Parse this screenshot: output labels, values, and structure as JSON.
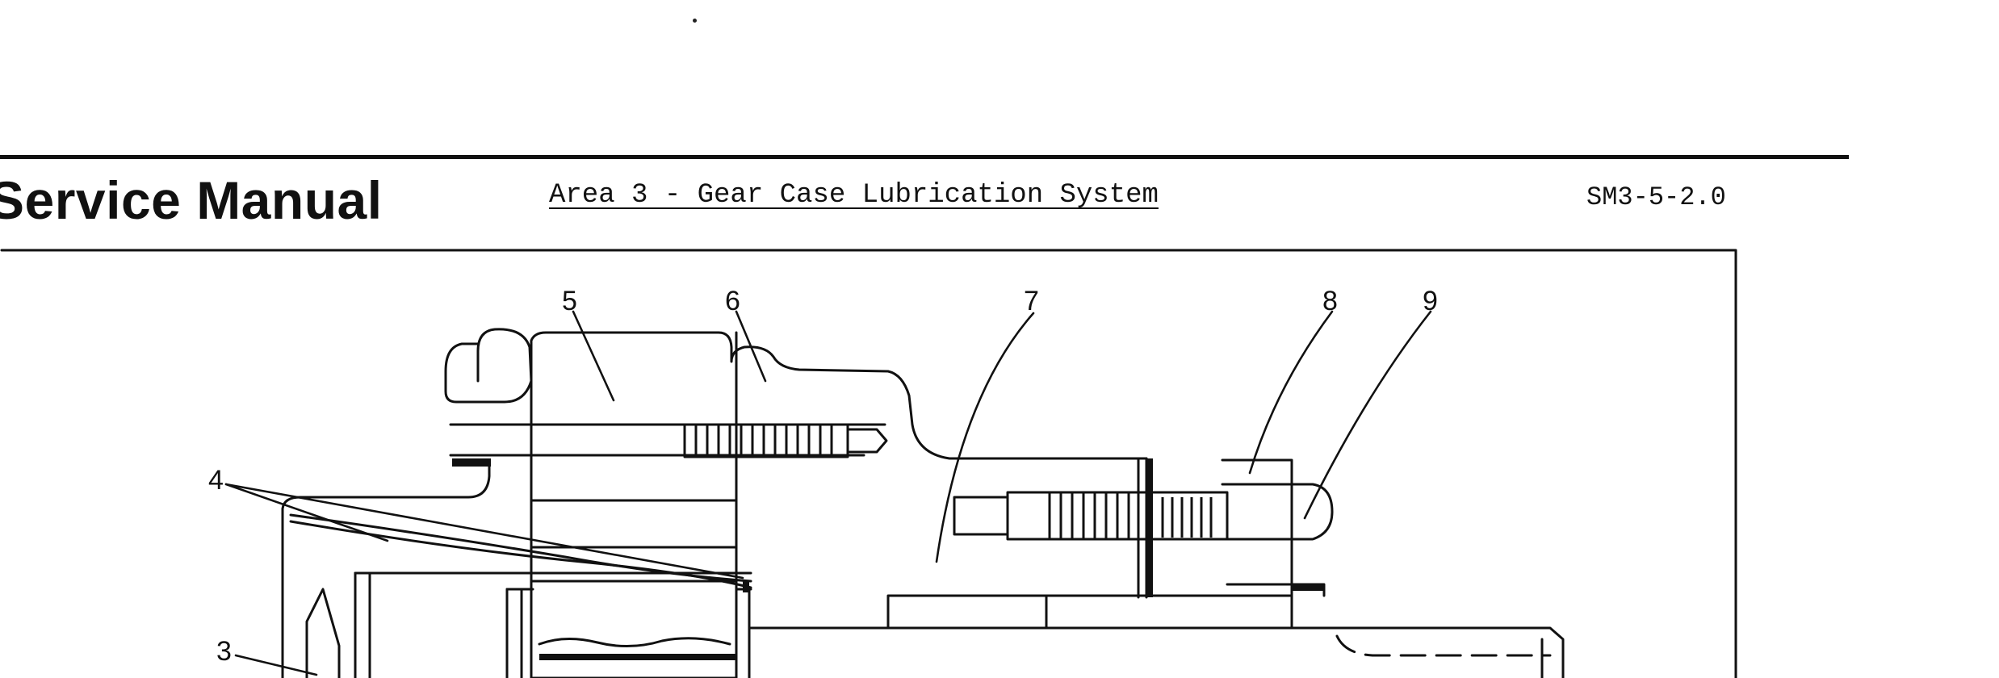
{
  "header": {
    "brand": "Service Manual",
    "section_title": "Area 3 - Gear Case Lubrication System",
    "doc_code": "SM3-5-2.0"
  },
  "figure": {
    "callouts": [
      "3",
      "4",
      "5",
      "6",
      "7",
      "8",
      "9"
    ]
  }
}
